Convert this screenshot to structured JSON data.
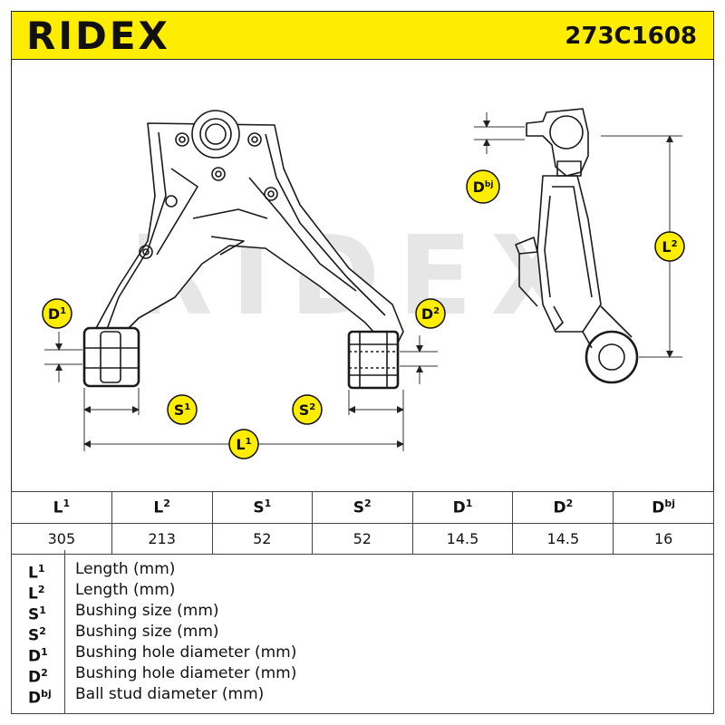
{
  "header": {
    "brand": "RIDEX",
    "part_number": "273C1608",
    "colors": {
      "accent": "#ffed00",
      "text": "#111111"
    }
  },
  "drawing": {
    "watermark": "RIDEX",
    "callouts": {
      "D1": {
        "base": "D",
        "sup": "1"
      },
      "D2": {
        "base": "D",
        "sup": "2"
      },
      "S1": {
        "base": "S",
        "sup": "1"
      },
      "S2": {
        "base": "S",
        "sup": "2"
      },
      "L1": {
        "base": "L",
        "sup": "1"
      },
      "L2": {
        "base": "L",
        "sup": "2"
      },
      "Dbj": {
        "base": "D",
        "sup": "bj"
      }
    }
  },
  "spec_table": {
    "headers": [
      {
        "base": "L",
        "sup": "1"
      },
      {
        "base": "L",
        "sup": "2"
      },
      {
        "base": "S",
        "sup": "1"
      },
      {
        "base": "S",
        "sup": "2"
      },
      {
        "base": "D",
        "sup": "1"
      },
      {
        "base": "D",
        "sup": "2"
      },
      {
        "base": "D",
        "sup": "bj"
      }
    ],
    "values": [
      "305",
      "213",
      "52",
      "52",
      "14.5",
      "14.5",
      "16"
    ]
  },
  "legend": [
    {
      "base": "L",
      "sup": "1",
      "desc": "Length (mm)"
    },
    {
      "base": "L",
      "sup": "2",
      "desc": "Length (mm)"
    },
    {
      "base": "S",
      "sup": "1",
      "desc": "Bushing size (mm)"
    },
    {
      "base": "S",
      "sup": "2",
      "desc": "Bushing size (mm)"
    },
    {
      "base": "D",
      "sup": "1",
      "desc": "Bushing hole diameter (mm)"
    },
    {
      "base": "D",
      "sup": "2",
      "desc": "Bushing hole diameter (mm)"
    },
    {
      "base": "D",
      "sup": "bj",
      "desc": "Ball stud diameter (mm)"
    }
  ]
}
